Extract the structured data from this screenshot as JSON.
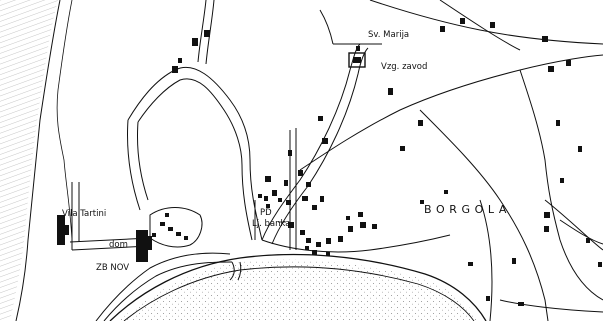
{
  "map": {
    "labels": {
      "sv_marija": "Sv. Marija",
      "vzg_zavod": "Vzg. zavod",
      "borgola": "BORGOLA",
      "vila_tartini": "Vila Tartini",
      "pd": "PD",
      "lj_banka": "Lj. banka",
      "dom": "dom",
      "zb_nov": "ZB NOV"
    },
    "colors": {
      "ink": "#111111",
      "paper": "#ffffff"
    }
  }
}
